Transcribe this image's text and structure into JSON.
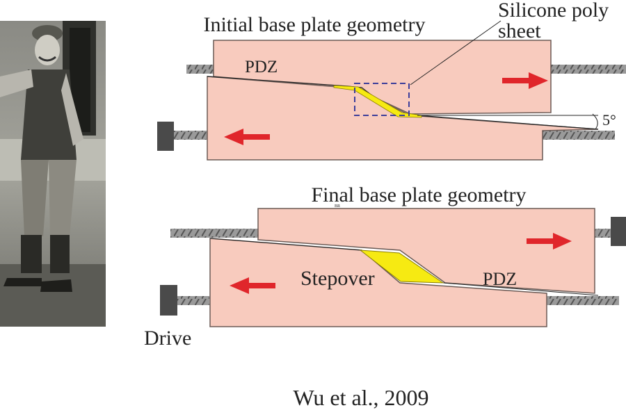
{
  "figure": {
    "initial_title": "Initial base plate geometry",
    "final_title": "Final base plate geometry",
    "silicone_label_line1": "Silicone poly",
    "silicone_label_line2": "sheet",
    "pdz_label_initial": "PDZ",
    "pdz_label_final": "PDZ",
    "angle_label": "5°",
    "stepover_label": "Stepover",
    "drive_label": "Drive",
    "citation": "Wu et al., 2009",
    "small_mark": "BR"
  },
  "colors": {
    "plate_fill": "#f8cbbe",
    "plate_stroke": "#6a5a55",
    "arrow": "#e0262b",
    "stepover_fill": "#f6ea12",
    "dashed_box": "#3b3d9b",
    "rod": "#8e8e8e",
    "drive_block": "#4a4a4a"
  },
  "photo": {
    "description_icon": "historical-photo-man-icon"
  }
}
